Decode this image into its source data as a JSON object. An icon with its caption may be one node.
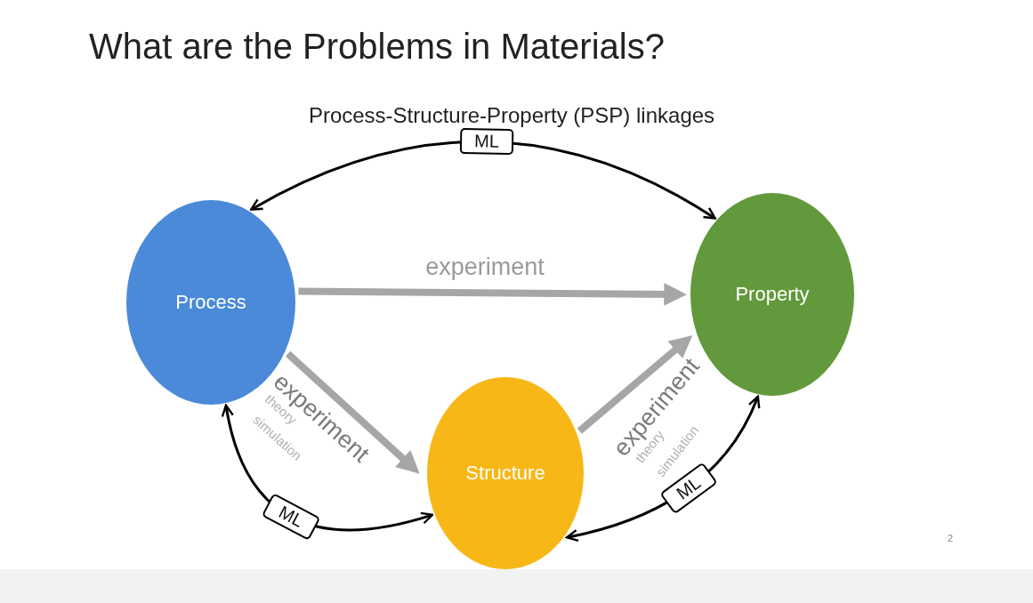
{
  "diagram": {
    "title": "What are the Problems in Materials?",
    "nodes": [
      {
        "text": [
          "Process"
        ]
      },
      {
        "text": [
          "Property"
        ]
      },
      {
        "text": [
          "Structure"
        ]
      }
    ],
    "edges": [
      {
        "from": 0,
        "to": 1,
        "arrow": "both",
        "label": "ML"
      },
      {
        "from": 0,
        "to": 1,
        "arrow": "to",
        "label": "experiment",
        "style": "thick",
        "color": "#a6a6a6"
      },
      {
        "from": 0,
        "to": 2,
        "arrow": "to",
        "label": "experiment",
        "style": "thick",
        "color": "#a6a6a6"
      },
      {
        "from": 2,
        "to": 1,
        "arrow": "to",
        "label": "experiment",
        "style": "thick",
        "color": "#a6a6a6"
      },
      {
        "from": 0,
        "to": 2,
        "arrow": "both",
        "label": "ML"
      },
      {
        "from": 2,
        "to": 1,
        "arrow": "both",
        "label": "ML"
      }
    ],
    "labels": [
      "Process-Structure-Property (PSP) linkages",
      "theory",
      "simulation",
      "theory",
      "simulation",
      "2"
    ]
  }
}
